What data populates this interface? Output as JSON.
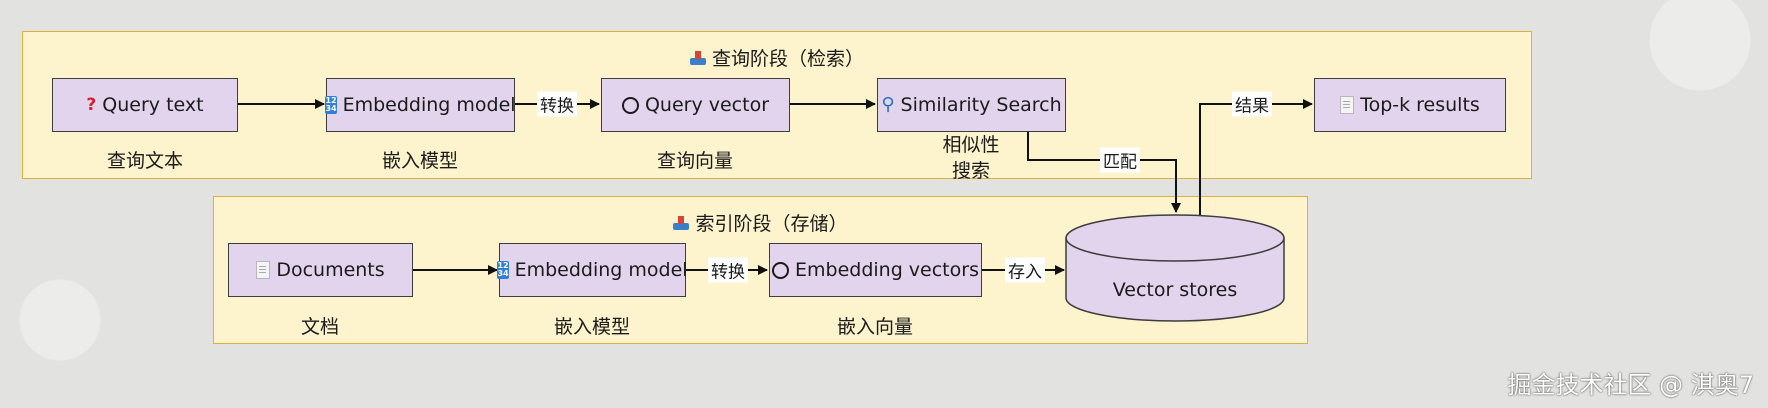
{
  "query_phase": {
    "title": "查询阶段（检索）",
    "title_icon": "inbox-tray-icon",
    "nodes": [
      {
        "label": "Query text",
        "icon": "question-mark-icon",
        "caption": "查询文本"
      },
      {
        "label": "Embedding model",
        "icon": "numbers-icon",
        "caption": "嵌入模型"
      },
      {
        "label": "Query vector",
        "icon": "circle-icon",
        "caption": "查询向量"
      },
      {
        "label": "Similarity Search",
        "icon": "magnifier-icon",
        "caption": "相似性搜索"
      },
      {
        "label": "Top-k results",
        "icon": "document-icon",
        "caption": ""
      }
    ],
    "edge_labels": {
      "convert": "转换",
      "match": "匹配",
      "result": "结果"
    }
  },
  "index_phase": {
    "title": "索引阶段（存储）",
    "title_icon": "inbox-tray-icon",
    "nodes": [
      {
        "label": "Documents",
        "icon": "document-icon",
        "caption": "文档"
      },
      {
        "label": "Embedding model",
        "icon": "numbers-icon",
        "caption": "嵌入模型"
      },
      {
        "label": "Embedding vectors",
        "icon": "circle-icon",
        "caption": "嵌入向量"
      }
    ],
    "edge_labels": {
      "convert": "转换",
      "store": "存入"
    }
  },
  "store": {
    "label": "Vector stores"
  },
  "watermark": "掘金技术社区 @ 淇奥7",
  "colors": {
    "panel_fill": "#fdf3cc",
    "panel_border": "#d9b33f",
    "node_fill": "#e2d4ec",
    "node_border": "#3d3d3d"
  }
}
